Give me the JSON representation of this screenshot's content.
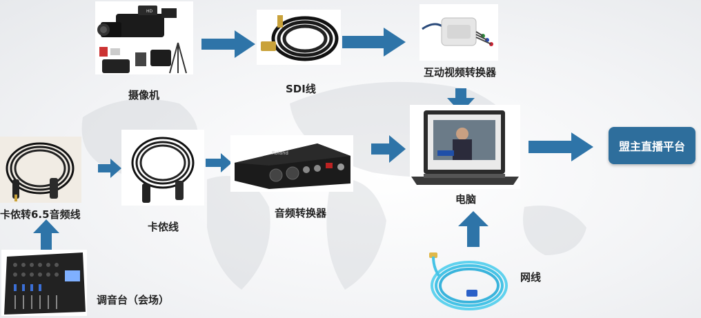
{
  "labels": {
    "camera": "摄像机",
    "sdi": "SDI线",
    "video_converter": "互动视频转换器",
    "xlr_65": "卡侬转6.5音频线",
    "xlr": "卡侬线",
    "audio_converter": "音频转换器",
    "computer": "电脑",
    "platform": "盟主直播平台",
    "mixer": "调音台（会场）",
    "network": "网线"
  },
  "colors": {
    "arrow": "#2e74a8",
    "platform": "#2e6e9c"
  },
  "icons": [
    "camcorder-kit",
    "sdi-cable",
    "video-capture-box",
    "xlr-to-jack-cable",
    "xlr-cable",
    "audio-interface",
    "laptop",
    "audio-mixer",
    "network-cable"
  ]
}
